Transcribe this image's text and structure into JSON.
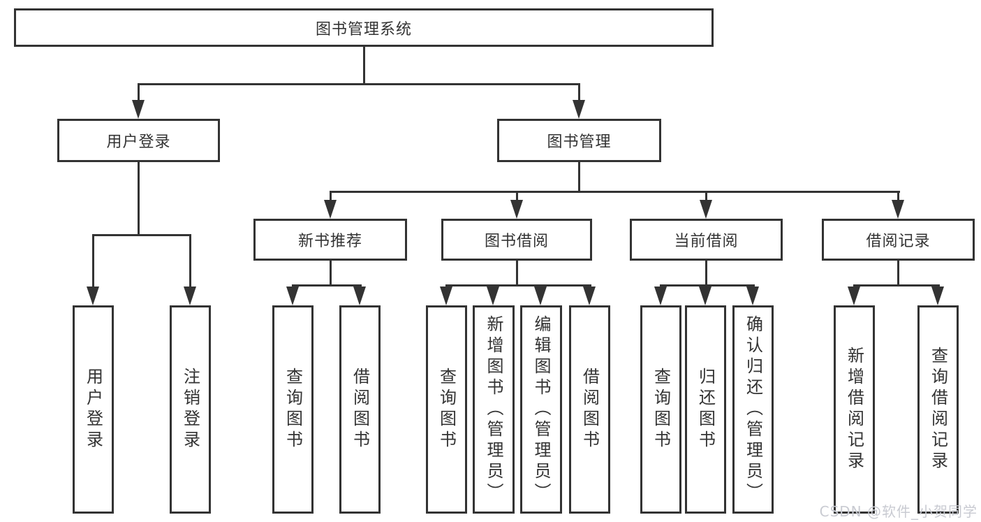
{
  "diagram": {
    "title": "图书管理系统",
    "nodes": {
      "root": "图书管理系统",
      "user_login": "用户登录",
      "book_mgmt": "图书管理",
      "new_book_rec": "新书推荐",
      "book_borrow": "图书借阅",
      "current_borrow": "当前借阅",
      "borrow_records": "借阅记录"
    },
    "leaves": {
      "user_login": [
        "用户登录",
        "注销登录"
      ],
      "new_book_rec": [
        "查询图书",
        "借阅图书"
      ],
      "book_borrow": [
        "查询图书",
        "新增图书（管理员）",
        "编辑图书（管理员）",
        "借阅图书"
      ],
      "current_borrow": [
        "查询图书",
        "归还图书",
        "确认归还（管理员）"
      ],
      "borrow_records": [
        "新增借阅记录",
        "查询借阅记录"
      ]
    },
    "colors": {
      "line": "#333333",
      "text": "#333333",
      "box_background": "#ffffff",
      "watermark": "#c9cbd2"
    },
    "watermark": "CSDN @软件_小贺同学"
  }
}
